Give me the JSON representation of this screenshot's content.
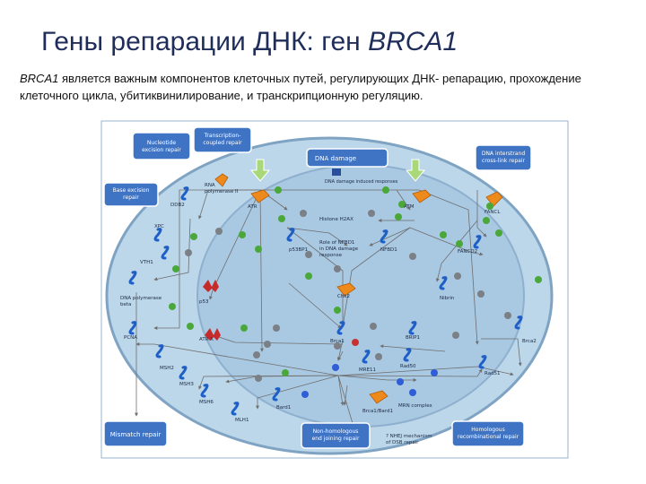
{
  "slide": {
    "title_prefix": "Гены репарации ДНК: ген ",
    "title_gene": "BRCA1",
    "subtitle_gene": "BRCA1",
    "subtitle_text": " является важным компонентов клеточных путей, регулирующих ДНК- репарацию, прохождение клеточного цикла, убитиквинилирование, и транскрипционную регуляцию."
  },
  "diagram": {
    "colors": {
      "cell_fill": "#bcd6ea",
      "cell_stroke": "#7fa3c3",
      "box_fill": "#3f73c3",
      "gene_blue": "#1e5fc7",
      "kinase_orange": "#ee8a1c",
      "p53_red": "#c62a2a",
      "node_green": "#4aa83a",
      "node_gray": "#7b7f86",
      "node_red": "#c93030",
      "arrow_green": "#a8d878"
    },
    "process_boxes": [
      {
        "key": "nucleotide",
        "text": "Nucleotide excision repair"
      },
      {
        "key": "transcription",
        "text": "Transcription-coupled repair"
      },
      {
        "key": "damage",
        "text": "DNA damage"
      },
      {
        "key": "interstrand",
        "text": "DNA interstrand cross-link repair"
      },
      {
        "key": "base",
        "text": "Base excision repair"
      },
      {
        "key": "mismatch",
        "text": "Mismatch repair"
      },
      {
        "key": "nonhomologous",
        "text": "Non-homologous end joining repair"
      },
      {
        "key": "homologous",
        "text": "Homologous recombinational repair"
      }
    ],
    "labels": {
      "rna_pol": "RNA polymerase II",
      "atr": "ATR",
      "atm": "ATM",
      "ddb2": "DDB2",
      "xpc": "XPC",
      "vth1": "VTH1",
      "pol_beta": "DNA polymerase beta",
      "pcna": "PCNA",
      "msh2": "MSH2",
      "msh3": "MSH3",
      "msh6": "MSH6",
      "mlh1": "MLH1",
      "atr_x": "ATR X",
      "p53": "p53",
      "p53bp1": "p53BP1",
      "h2a": "Histone H2AX",
      "nfbd1_role": "Role of NFBD1 in DNA damage response",
      "nfbd1": "NFBD1",
      "chk2": "Chk2",
      "nbn": "Nibrin",
      "fancd2": "FANCD2",
      "fancl": "FANCL",
      "brca1": "Brca1",
      "brip1": "BRIP1",
      "brca2": "Brca2",
      "mre11": "MRE11",
      "rad50": "Rad50",
      "rad51": "Rad51",
      "mrn": "MRN complex",
      "bard1": "Bard1",
      "e3": "Brca1/Bard1",
      "dsb_note": "? NHEJ mechanism of DSB repair",
      "damage_resp": "DNA damage induced responses"
    }
  }
}
